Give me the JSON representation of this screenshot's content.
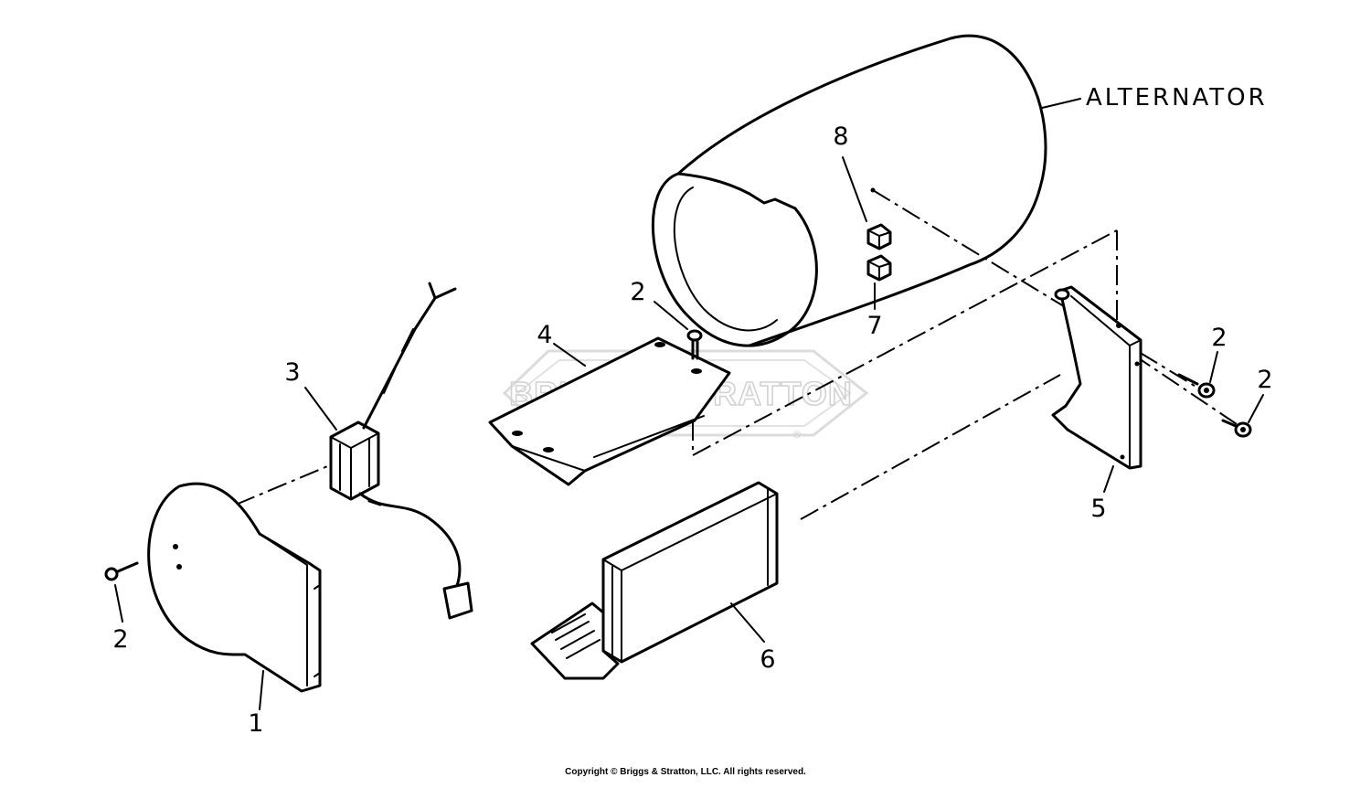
{
  "diagram": {
    "main_label": "ALTERNATOR",
    "watermark": {
      "brand": "BRIGGS&STRATTON",
      "registered_mark": "®"
    },
    "part_callouts": [
      {
        "id": "1",
        "label": "1"
      },
      {
        "id": "2a",
        "label": "2"
      },
      {
        "id": "2b",
        "label": "2"
      },
      {
        "id": "2c",
        "label": "2"
      },
      {
        "id": "2d",
        "label": "2"
      },
      {
        "id": "3",
        "label": "3"
      },
      {
        "id": "4",
        "label": "4"
      },
      {
        "id": "5",
        "label": "5"
      },
      {
        "id": "6",
        "label": "6"
      },
      {
        "id": "7",
        "label": "7"
      },
      {
        "id": "8",
        "label": "8"
      }
    ],
    "copyright": "Copyright © Briggs & Stratton, LLC. All rights reserved."
  }
}
